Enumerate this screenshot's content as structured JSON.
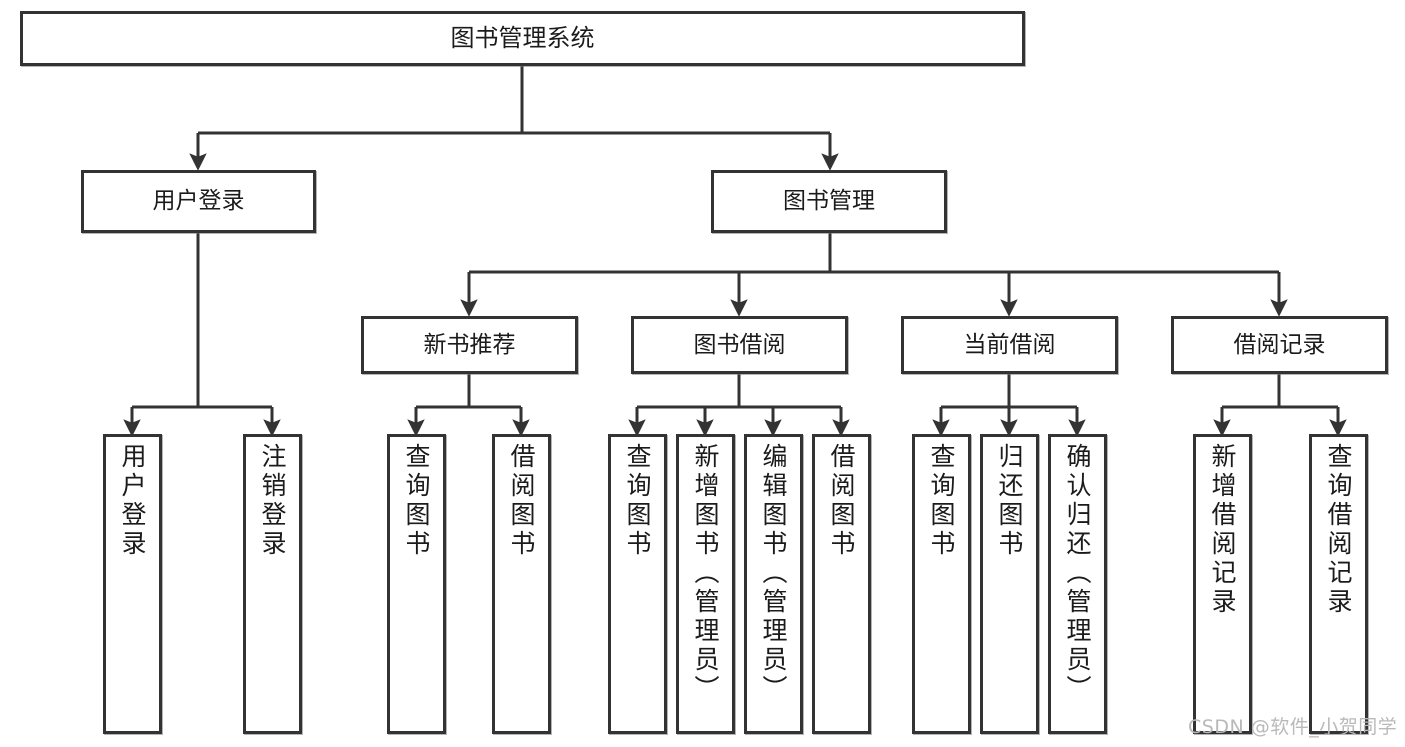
{
  "diagram": {
    "title": "图书管理系统",
    "type": "tree-hierarchy-chart",
    "watermark": "CSDN @软件_小贺同学",
    "colors": {
      "box_border": "#333333",
      "box_fill": "#ffffff",
      "connector": "#333333",
      "text": "#1b1b1b",
      "watermark": "#b9b9b9"
    },
    "nodes": {
      "root": {
        "label": "图书管理系统"
      },
      "level2": [
        {
          "id": "user-login",
          "label": "用户登录"
        },
        {
          "id": "book-management",
          "label": "图书管理"
        }
      ],
      "level3": [
        {
          "id": "new-book-recommend",
          "label": "新书推荐"
        },
        {
          "id": "book-borrow",
          "label": "图书借阅"
        },
        {
          "id": "current-borrow",
          "label": "当前借阅"
        },
        {
          "id": "borrow-record",
          "label": "借阅记录"
        }
      ],
      "leaves": [
        {
          "id": "leaf-user-login",
          "label": "用户登录",
          "parent": "user-login"
        },
        {
          "id": "leaf-logout-login",
          "label": "注销登录",
          "parent": "user-login"
        },
        {
          "id": "leaf-query-book-1",
          "label": "查询图书",
          "parent": "new-book-recommend"
        },
        {
          "id": "leaf-borrow-book-1",
          "label": "借阅图书",
          "parent": "new-book-recommend"
        },
        {
          "id": "leaf-query-book-2",
          "label": "查询图书",
          "parent": "book-borrow"
        },
        {
          "id": "leaf-add-book",
          "label": "新增图书（管理员）",
          "parent": "book-borrow"
        },
        {
          "id": "leaf-edit-book",
          "label": "编辑图书（管理员）",
          "parent": "book-borrow"
        },
        {
          "id": "leaf-borrow-book-2",
          "label": "借阅图书",
          "parent": "book-borrow"
        },
        {
          "id": "leaf-query-book-3",
          "label": "查询图书",
          "parent": "current-borrow"
        },
        {
          "id": "leaf-return-book",
          "label": "归还图书",
          "parent": "current-borrow"
        },
        {
          "id": "leaf-confirm-return",
          "label": "确认归还（管理员）",
          "parent": "current-borrow"
        },
        {
          "id": "leaf-add-record",
          "label": "新增借阅记录",
          "parent": "borrow-record"
        },
        {
          "id": "leaf-query-record",
          "label": "查询借阅记录",
          "parent": "borrow-record"
        }
      ]
    }
  }
}
